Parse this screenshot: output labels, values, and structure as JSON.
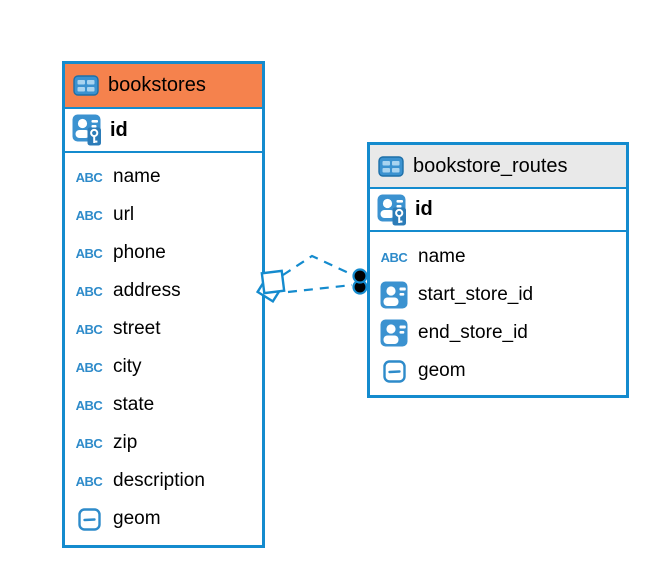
{
  "diagram": {
    "background": "#ffffff",
    "accent_blue": "#148BCE",
    "orange_header": "#F5824D",
    "gray_header": "#E9E9E9",
    "icon_blue": "#3B92D0",
    "varchar_icon_text": "ABC",
    "tables": [
      {
        "name": "bookstores",
        "header_color": "#F5824D",
        "header_icon": "table-icon",
        "primary_key": {
          "name": "id",
          "icon": "primary-key-icon"
        },
        "columns": [
          {
            "name": "name",
            "icon": "varchar-icon"
          },
          {
            "name": "url",
            "icon": "varchar-icon"
          },
          {
            "name": "phone",
            "icon": "varchar-icon"
          },
          {
            "name": "address",
            "icon": "varchar-icon"
          },
          {
            "name": "street",
            "icon": "varchar-icon"
          },
          {
            "name": "city",
            "icon": "varchar-icon"
          },
          {
            "name": "state",
            "icon": "varchar-icon"
          },
          {
            "name": "zip",
            "icon": "varchar-icon"
          },
          {
            "name": "description",
            "icon": "varchar-icon"
          },
          {
            "name": "geom",
            "icon": "geometry-icon"
          }
        ]
      },
      {
        "name": "bookstore_routes",
        "header_color": "#E9E9E9",
        "header_icon": "table-icon",
        "primary_key": {
          "name": "id",
          "icon": "primary-key-icon"
        },
        "columns": [
          {
            "name": "name",
            "icon": "varchar-icon"
          },
          {
            "name": "start_store_id",
            "icon": "reference-icon"
          },
          {
            "name": "end_store_id",
            "icon": "reference-icon"
          },
          {
            "name": "geom",
            "icon": "geometry-icon"
          }
        ]
      }
    ],
    "relationships": {
      "style": "dashed",
      "line_color": "#148BCE",
      "lines": [
        {
          "from_table": "bookstores",
          "to_table": "bookstore_routes",
          "from_end": "diamond",
          "to_end": "dot"
        },
        {
          "from_table": "bookstores",
          "to_table": "bookstore_routes",
          "from_end": "diamond",
          "to_end": "dot"
        }
      ]
    }
  }
}
